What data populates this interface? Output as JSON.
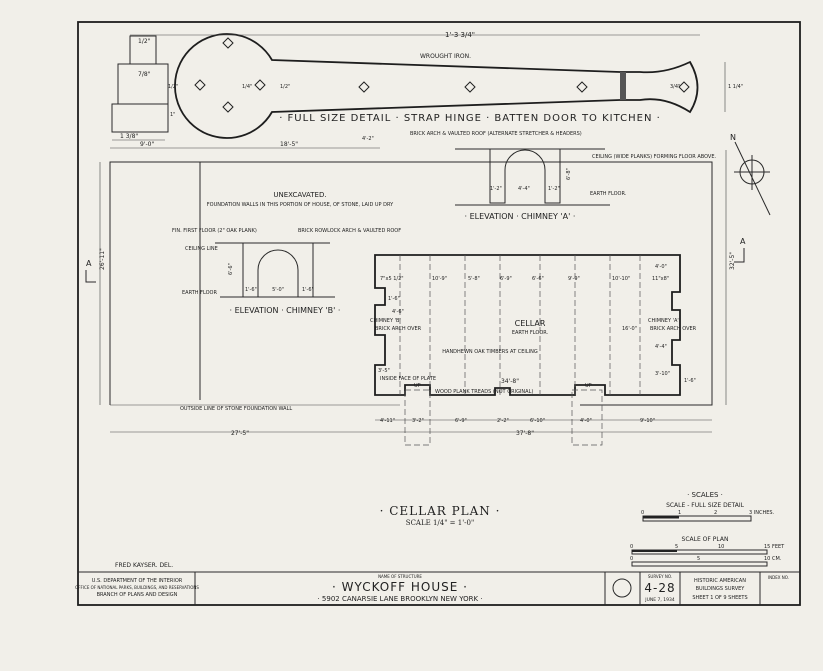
{
  "hinge": {
    "title": "· FULL SIZE DETAIL · STRAP HINGE · BATTEN DOOR TO KITCHEN ·",
    "material": "WROUGHT IRON.",
    "overall_dim": "1'-3 3/4\"",
    "dims": [
      "1/2\"",
      "7/8\"",
      "1/2\"",
      "1 3/8\"",
      "1\"",
      "1/4\"",
      "1/2\"",
      "3/4\"",
      "1 1/4\""
    ]
  },
  "plan": {
    "title": "· CELLAR PLAN ·",
    "scale": "SCALE 1/4\" = 1'-0\"",
    "unexcavated": "UNEXCAVATED.",
    "unexcavated_note": "FOUNDATION WALLS IN THIS PORTION OF HOUSE, OF STONE, LAID UP DRY",
    "cellar": "CELLAR",
    "earth_floor": "EARTH FLOOR.",
    "timbers": "HANDHEWN OAK TIMBERS AT CEILING",
    "chimney_b": "CHIMNEY 'B'",
    "chimney_a": "CHIMNEY 'A'",
    "brick_arch_over": "BRICK ARCH OVER",
    "inside_face": "INSIDE FACE OF PLATE",
    "treads": "WOOD PLANK TREADS (NOT ORIGINAL)",
    "up": "UP",
    "outside_line": "OUTSIDE LINE OF STONE FOUNDATION WALL",
    "section_marker": "A",
    "north": "N",
    "dims": {
      "left_9": "9'-0\"",
      "span_18": "18'-5\"",
      "depth_4": "4'-2\"",
      "overall_width": "27'-5\"",
      "overall_depth_left": "26'-11\"",
      "overall_depth_right": "32'-5\"",
      "cellar_width": "34'-8\"",
      "bottom_total": "37'-8\"",
      "bottom": [
        "4'-11\"",
        "3'-2\"",
        "6'-9\"",
        "2'-2\"",
        "6'-10\"",
        "4'-0\"",
        "9'-10\""
      ],
      "timbers": [
        "7\"x5 1/2\"",
        "10'-9\"",
        "5'-8\"",
        "6'-9\"",
        "6'-6\"",
        "9'-9\"",
        "10'-10\"",
        "11\"x8\""
      ],
      "right_side": [
        "4'-0\"",
        "16'-0\"",
        "4'-4\"",
        "3'-10\"",
        "1'-6\""
      ],
      "left_side": [
        "4'-6\"",
        "1'-6\"",
        "3'-5\""
      ]
    }
  },
  "elevation_a": {
    "title": "· ELEVATION · CHIMNEY 'A' ·",
    "roof_note": "BRICK ARCH & VAULTED ROOF (ALTERNATE STRETCHER & HEADERS)",
    "ceiling_note": "CEILING (WIDE PLANKS) FORMING FLOOR ABOVE.",
    "earth_floor": "EARTH FLOOR.",
    "dims": [
      "4'-4\"",
      "1'-2\"",
      "1'-2\"",
      "6'-8\""
    ]
  },
  "elevation_b": {
    "title": "· ELEVATION · CHIMNEY 'B' ·",
    "first_floor": "FIN. FIRST FLOOR (2\" OAK PLANK)",
    "ceiling_line": "CEILING LINE",
    "earth_floor": "EARTH FLOOR",
    "arch_note": "BRICK ROWLOCK ARCH & VAULTED ROOF",
    "dims": [
      "5'-0\"",
      "1'-6\"",
      "1'-6\"",
      "6'-6\""
    ]
  },
  "scales": {
    "title": "· SCALES ·",
    "full_size": "SCALE - FULL SIZE DETAIL",
    "full_ticks": [
      "0",
      "1",
      "2",
      "3 INCHES."
    ],
    "plan": "SCALE OF PLAN",
    "plan_ticks": [
      "0",
      "5",
      "10",
      "15 FEET"
    ],
    "cm_ticks": [
      "0",
      "5",
      "10 CM."
    ]
  },
  "delineator": "FRED KAYSER. DEL.",
  "title_block": {
    "agency": [
      "U.S. DEPARTMENT OF THE INTERIOR",
      "OFFICE OF NATIONAL PARKS, BUILDINGS, AND RESERVATIONS",
      "BRANCH OF PLANS AND DESIGN"
    ],
    "name_label": "NAME OF STRUCTURE",
    "name": "· WYCKOFF HOUSE ·",
    "address": "· 5902 CANARSIE LANE  BROOKLYN NEW YORK ·",
    "survey_label": "SURVEY NO.",
    "survey_no": "4-28",
    "date": "JUNE 7, 1934",
    "program": [
      "HISTORIC AMERICAN",
      "BUILDINGS SURVEY"
    ],
    "sheet": "SHEET 1 OF 9 SHEETS",
    "index_label": "INDEX NO."
  }
}
